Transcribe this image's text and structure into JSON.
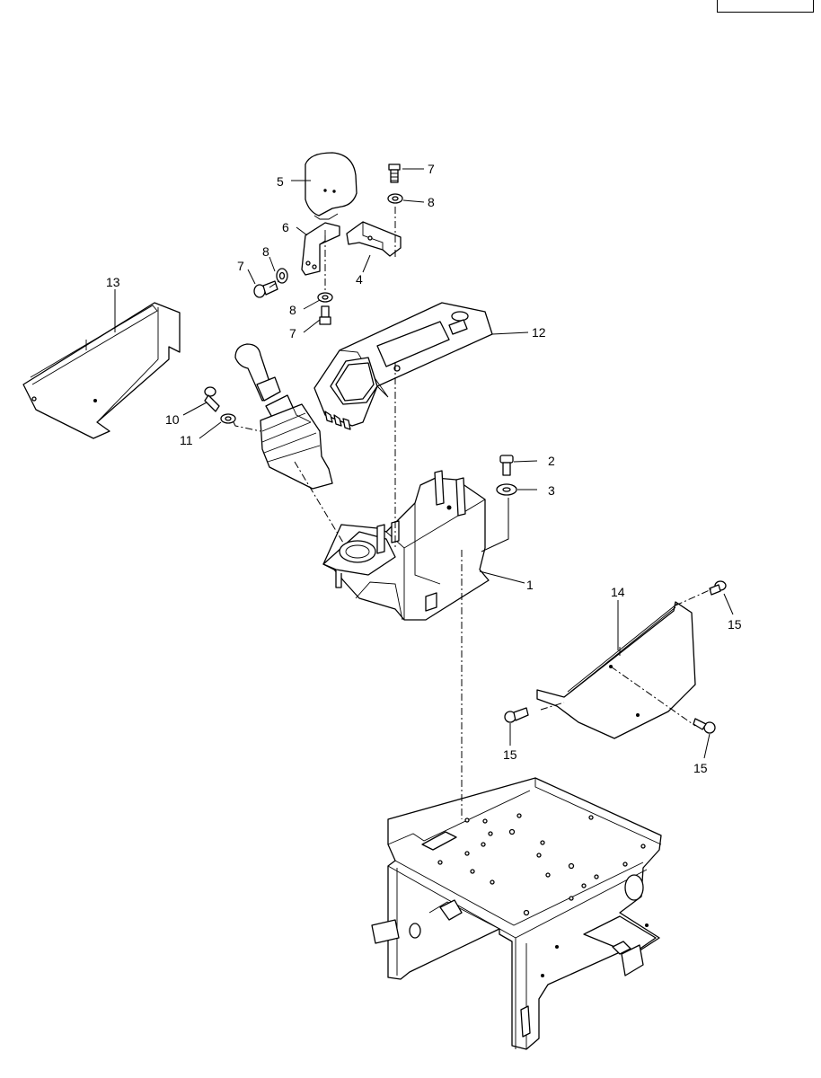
{
  "diagram": {
    "callouts": [
      {
        "id": "c1",
        "label": "1"
      },
      {
        "id": "c2",
        "label": "2"
      },
      {
        "id": "c3",
        "label": "3"
      },
      {
        "id": "c4",
        "label": "4"
      },
      {
        "id": "c5",
        "label": "5"
      },
      {
        "id": "c6",
        "label": "6"
      },
      {
        "id": "c7a",
        "label": "7"
      },
      {
        "id": "c7b",
        "label": "7"
      },
      {
        "id": "c7c",
        "label": "7"
      },
      {
        "id": "c8a",
        "label": "8"
      },
      {
        "id": "c8b",
        "label": "8"
      },
      {
        "id": "c8c",
        "label": "8"
      },
      {
        "id": "c10",
        "label": "10"
      },
      {
        "id": "c11",
        "label": "11"
      },
      {
        "id": "c12",
        "label": "12"
      },
      {
        "id": "c13",
        "label": "13"
      },
      {
        "id": "c14",
        "label": "14"
      },
      {
        "id": "c15a",
        "label": "15"
      },
      {
        "id": "c15b",
        "label": "15"
      },
      {
        "id": "c15c",
        "label": "15"
      }
    ]
  }
}
